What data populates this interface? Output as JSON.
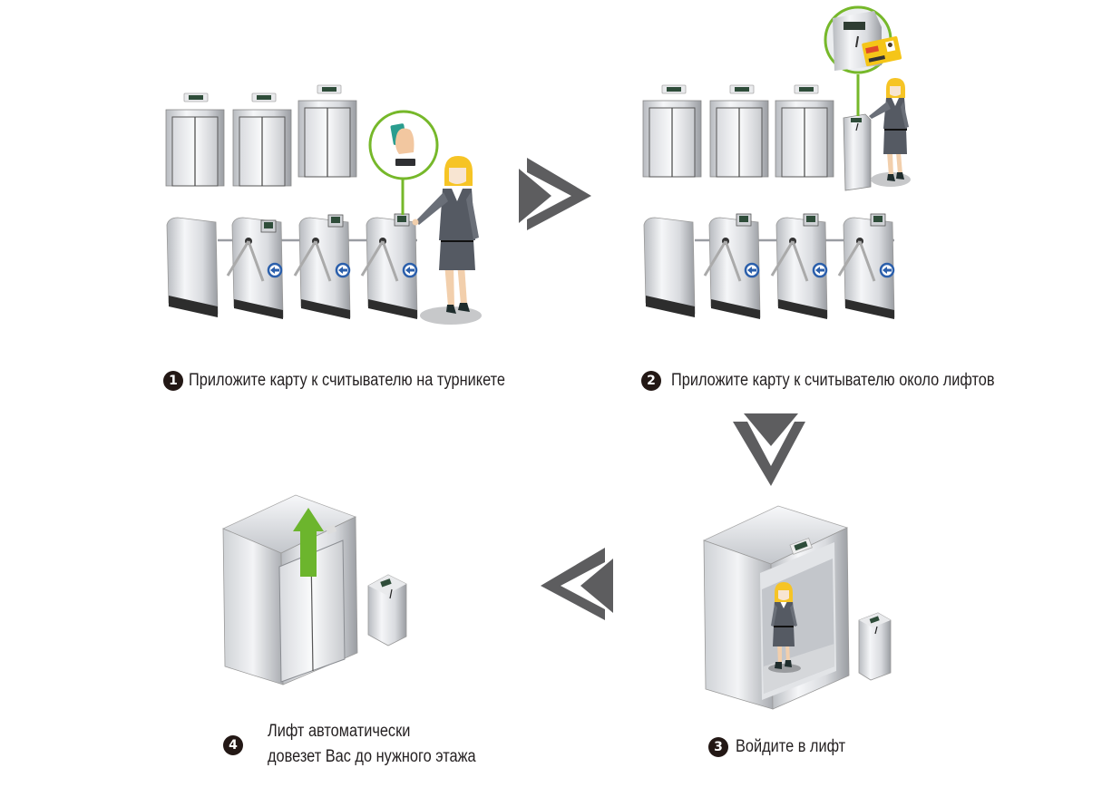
{
  "diagram": {
    "title": "",
    "theme_colors": {
      "arrow_gray": "#5d5d5f",
      "callout_green": "#76b82a",
      "up_arrow_green": "#6cb52d",
      "badge_dark": "#231815",
      "text": "#231f20",
      "metal_light": "#f2f3f5",
      "metal_mid": "#c9cbcf",
      "metal_dark": "#7c7f84",
      "suit": "#555a63",
      "hair": "#f6c425",
      "skin": "#f2cfac",
      "card_yellow": "#f5c518",
      "card_teal": "#2a9d8f",
      "direction_blue": "#2b5fab"
    },
    "steps": [
      {
        "number": "1",
        "text": "Приложите карту к считывателю на турникете",
        "scene": "turnstile-reader",
        "callout_icon": "hand-with-card-icon"
      },
      {
        "number": "2",
        "text": "Приложите карту к считывателю около лифтов",
        "scene": "elevator-reader-stand",
        "callout_icon": "id-card-reader-icon"
      },
      {
        "number": "3",
        "text": "Войдите в лифт",
        "scene": "person-inside-elevator"
      },
      {
        "number": "4",
        "text_line1": "Лифт автоматически",
        "text_line2": "довезет Вас до нужного этажа",
        "scene": "elevator-going-up",
        "indicator_icon": "up-arrow-icon"
      }
    ],
    "flow_arrows": [
      {
        "from": "1",
        "to": "2",
        "direction": "right"
      },
      {
        "from": "2",
        "to": "3",
        "direction": "down"
      },
      {
        "from": "3",
        "to": "4",
        "direction": "left"
      }
    ]
  }
}
